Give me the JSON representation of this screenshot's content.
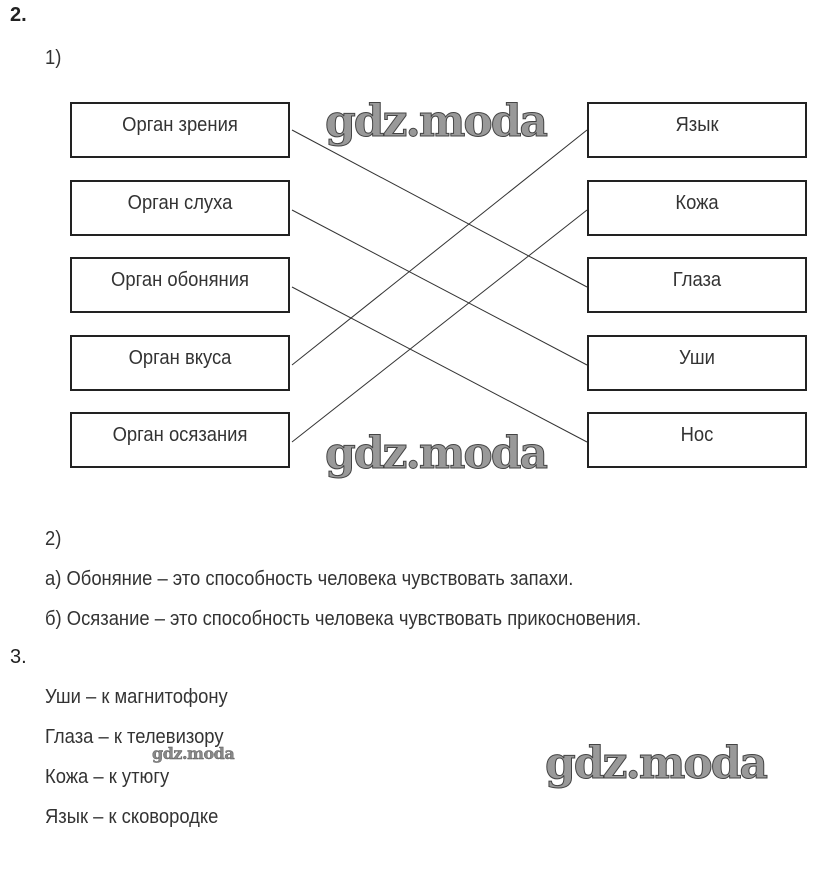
{
  "task2": {
    "number": "2.",
    "part1_label": "1)",
    "left_items": [
      "Орган зрения",
      "Орган слуха",
      "Орган обоняния",
      "Орган вкуса",
      "Орган осязания"
    ],
    "right_items": [
      "Язык",
      "Кожа",
      "Глаза",
      "Уши",
      "Нос"
    ],
    "connections": [
      [
        0,
        2
      ],
      [
        1,
        3
      ],
      [
        2,
        4
      ],
      [
        3,
        0
      ],
      [
        4,
        1
      ]
    ],
    "part2_label": "2)",
    "answer_a": "а) Обоняние – это способность человека чувствовать запахи.",
    "answer_b": "б) Осязание – это способность человека чувствовать прикосновения."
  },
  "task3": {
    "number": "3.",
    "lines": [
      "Уши – к магнитофону",
      "Глаза – к телевизору",
      "Кожа – к утюгу",
      "Язык – к сковородке"
    ]
  },
  "watermark": "gdz.moda"
}
